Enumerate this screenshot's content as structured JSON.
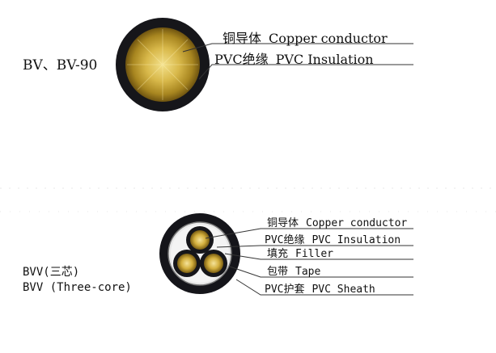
{
  "diagrams": {
    "single": {
      "name": "BV、BV-90",
      "labels": [
        {
          "cn": "铜导体",
          "en": "Copper conductor"
        },
        {
          "cn": "PVC绝缘",
          "en": "PVC Insulation"
        }
      ],
      "colors": {
        "insulation": "#16161a",
        "conductor": "#d8b84a",
        "line": "#333333"
      }
    },
    "threecore": {
      "name_cn": "BVV(三芯)",
      "name_en": "BVV (Three-core)",
      "labels": [
        {
          "cn": "铜导体",
          "en": "Copper    conductor"
        },
        {
          "cn": "PVC绝缘",
          "en": "PVC Insulation"
        },
        {
          "cn": "填充",
          "en": "Filler"
        },
        {
          "cn": "包带",
          "en": "Tape"
        },
        {
          "cn": "PVC护套",
          "en": "PVC Sheath"
        }
      ],
      "colors": {
        "sheath": "#15151a",
        "filler": "#efefef",
        "conductor": "#d8b84a"
      }
    }
  }
}
